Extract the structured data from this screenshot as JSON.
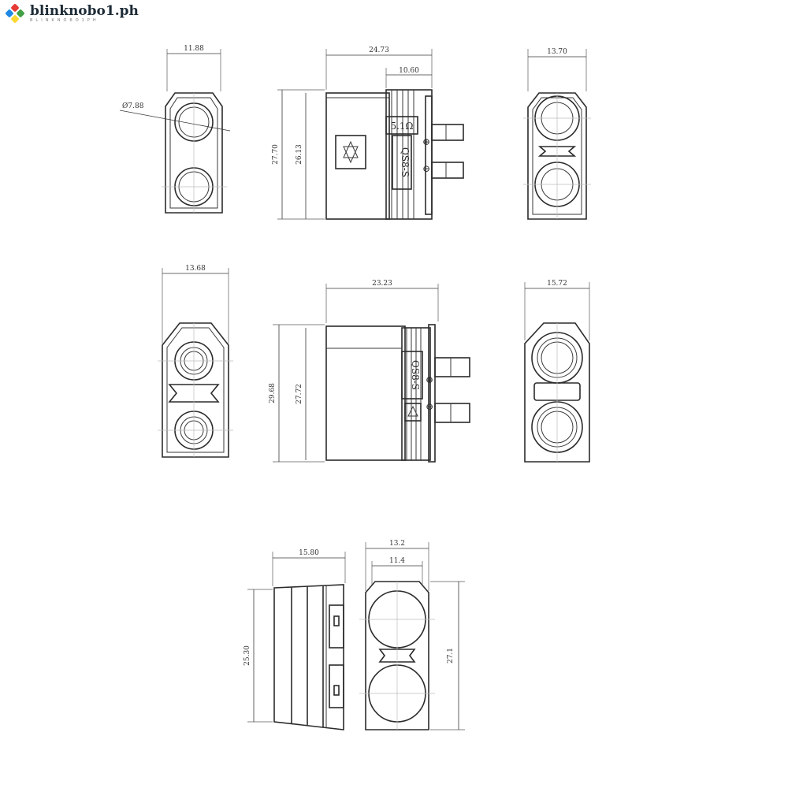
{
  "brand": {
    "name": "blinknobo1.ph",
    "sub": "BLINKNOBO1PH",
    "logo_colors": [
      "#e53935",
      "#43a047",
      "#1e88e5",
      "#fdd835"
    ]
  },
  "dimensions": {
    "top_left_width": "11.88",
    "top_left_hole": "Ø7.88",
    "top_mid_length": "24.73",
    "top_mid_tail": "10.60",
    "top_mid_outer_h": "27.70",
    "top_mid_inner_h": "26.13",
    "top_right_width": "13.70",
    "mid_left_width": "13.68",
    "mid_mid_length": "23.23",
    "mid_mid_outer_h": "29.68",
    "mid_mid_inner_h": "27.72",
    "mid_right_width": "15.72",
    "bot_left_length": "15.80",
    "bot_left_h": "25.30",
    "bot_right_outer_w": "13.2",
    "bot_right_inner_w": "11.4",
    "bot_right_h": "27.1"
  },
  "labels": {
    "resistor": "5.1Ω",
    "model_top": "QS8-S",
    "model_mid": "QS8-S",
    "plus_1": "⊕",
    "minus_1": "⊖",
    "plus_2": "⊕",
    "minus_2": "⊖"
  }
}
